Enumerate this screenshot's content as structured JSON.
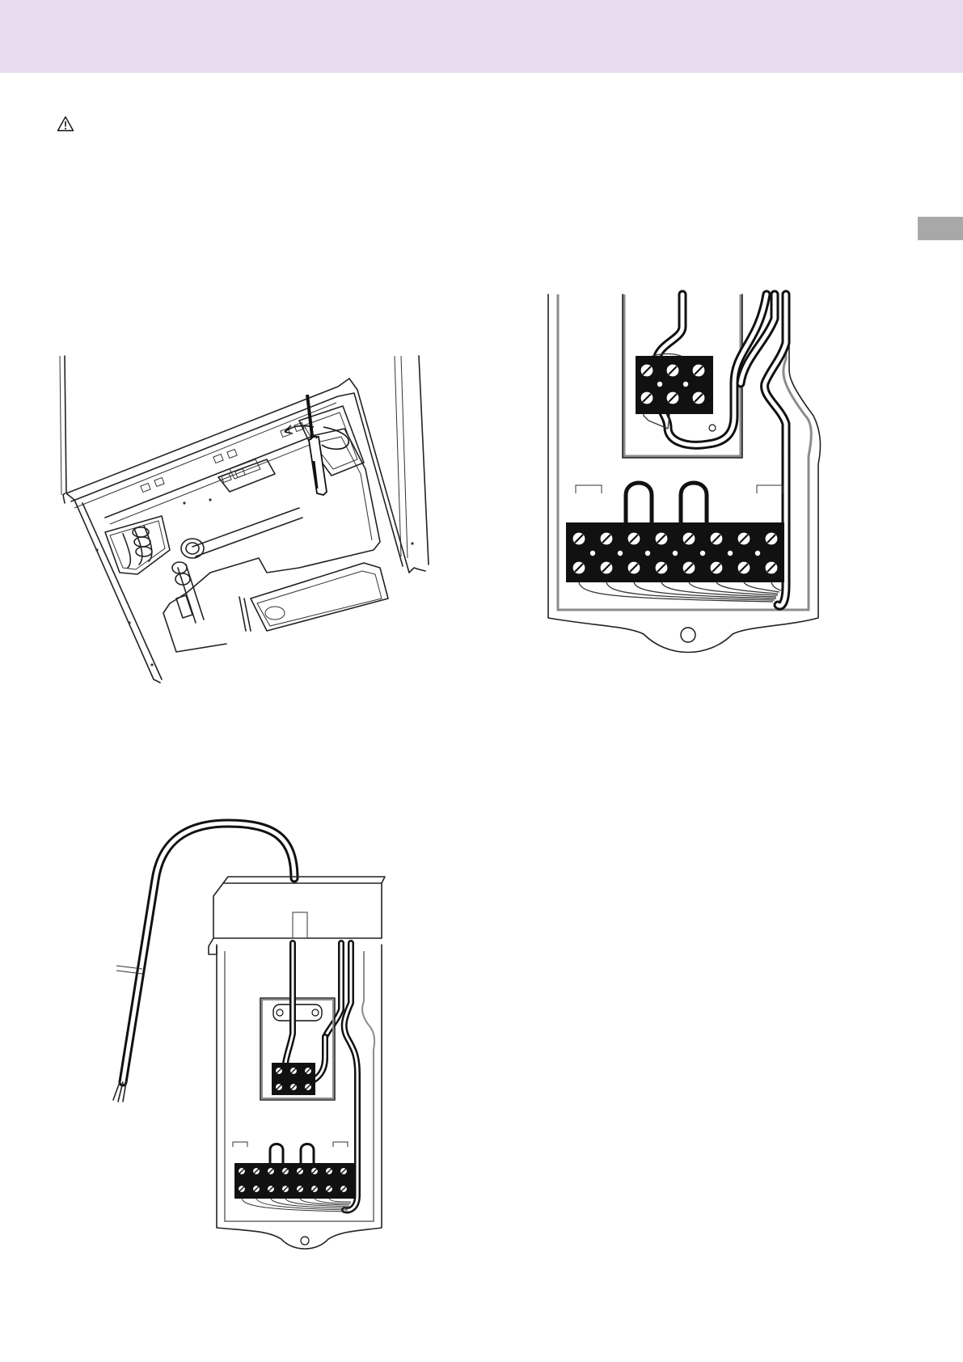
{
  "page": {
    "header_color": "#e9dbef",
    "side_tab_color": "#a8a8a8"
  },
  "icons": {
    "warning": "warning-triangle-icon"
  },
  "figures": [
    {
      "name": "appliance-rear-panel-screwdriver-figure"
    },
    {
      "name": "terminal-box-wiring-closeup-figure"
    },
    {
      "name": "terminal-box-with-cable-figure"
    }
  ]
}
